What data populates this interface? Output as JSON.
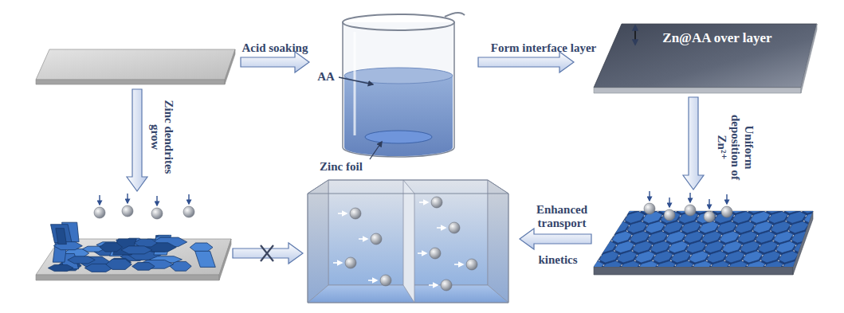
{
  "diagram": {
    "nodes": [
      {
        "text": [
          "Zn@AA over layer"
        ]
      }
    ],
    "labels": [
      "Acid soaking",
      "AA",
      "Zinc foil",
      "Form interface layer",
      "Uniform deposition of Zn²⁺",
      "Zinc dendrites grow",
      "Enhanced transport",
      "kinetics"
    ]
  }
}
